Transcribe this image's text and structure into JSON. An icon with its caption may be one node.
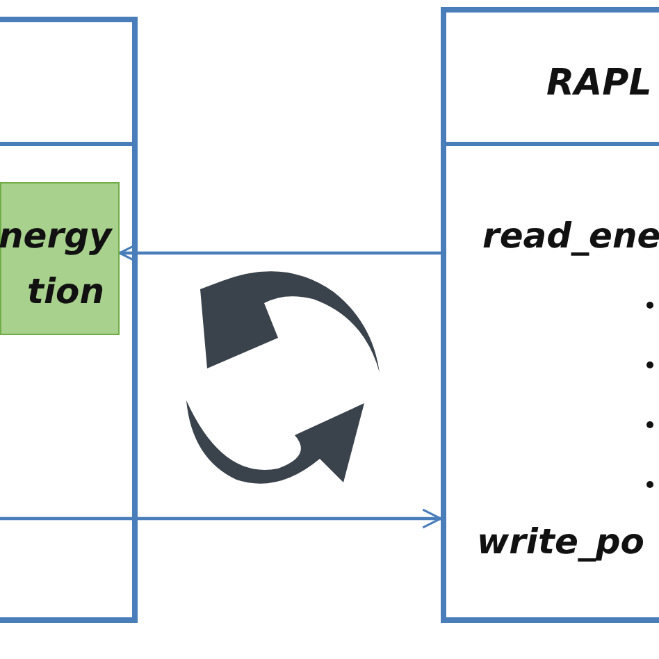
{
  "diagram": {
    "nodes": [
      {
        "text": [],
        "shape": "box"
      },
      {
        "text": [
          "nergy tion"
        ],
        "in": 0
      },
      {
        "text": [
          "RAPL",
          "read_ene",
          "write_po"
        ]
      }
    ],
    "edges": [
      {
        "from": 2,
        "to": 1,
        "arrow": "to"
      },
      {
        "from": 0,
        "to": 2,
        "arrow": "to"
      }
    ]
  }
}
